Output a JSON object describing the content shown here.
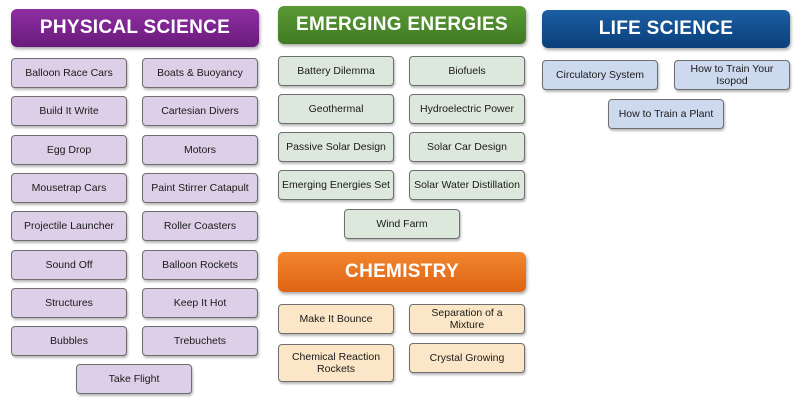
{
  "colors": {
    "physical_science": "#7a1f8c",
    "emerging_energies": "#4c8a2b",
    "chemistry": "#e8711f",
    "life_science": "#0d4a8c",
    "physical_tile": "#ddcfe7",
    "emerging_tile": "#dde8dc",
    "chemistry_tile": "#fbe6c7",
    "life_tile": "#cdd9ef"
  },
  "physical_science": {
    "title": "PHYSICAL SCIENCE",
    "items": [
      "Balloon Race Cars",
      "Boats & Buoyancy",
      "Build It Write",
      "Cartesian Divers",
      "Egg Drop",
      "Motors",
      "Mousetrap Cars",
      "Paint Stirrer Catapult",
      "Projectile Launcher",
      "Roller Coasters",
      "Sound Off",
      "Balloon Rockets",
      "Structures",
      "Keep It Hot",
      "Bubbles",
      "Trebuchets",
      "Take Flight"
    ]
  },
  "emerging_energies": {
    "title": "EMERGING ENERGIES",
    "items": [
      "Battery Dilemma",
      "Biofuels",
      "Geothermal",
      "Hydroelectric Power",
      "Passive Solar Design",
      "Solar Car Design",
      "Emerging Energies Set",
      "Solar Water Distillation",
      "Wind Farm"
    ]
  },
  "chemistry": {
    "title": "CHEMISTRY",
    "items": [
      "Make It Bounce",
      "Separation of a Mixture",
      "Chemical Reaction Rockets",
      "Crystal Growing"
    ]
  },
  "life_science": {
    "title": "LIFE SCIENCE",
    "items": [
      "Circulatory System",
      "How to Train Your Isopod",
      "How to Train a Plant"
    ]
  }
}
